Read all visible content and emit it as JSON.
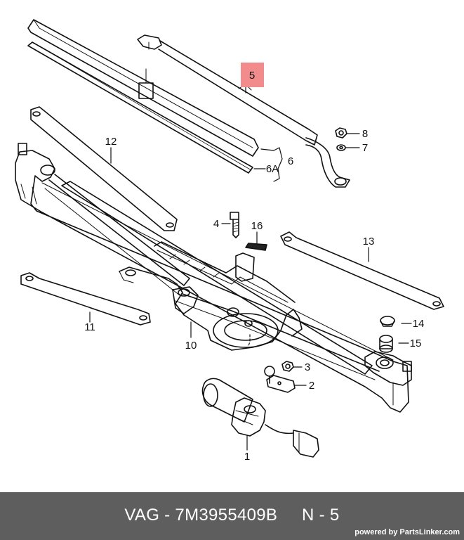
{
  "callouts": {
    "c1": "1",
    "c2": "2",
    "c3": "3",
    "c4": "4",
    "c5": "5",
    "c6": "6",
    "c6a": "6A",
    "c7": "7",
    "c8": "8",
    "c10": "10",
    "c11": "11",
    "c12": "12",
    "c13": "13",
    "c14": "14",
    "c15": "15",
    "c16": "16"
  },
  "highlight_color": "#f28b8b",
  "footer": {
    "part_label": "VAG - 7M3955409B     N - 5",
    "credit": "powered by PartsLinker.com"
  }
}
